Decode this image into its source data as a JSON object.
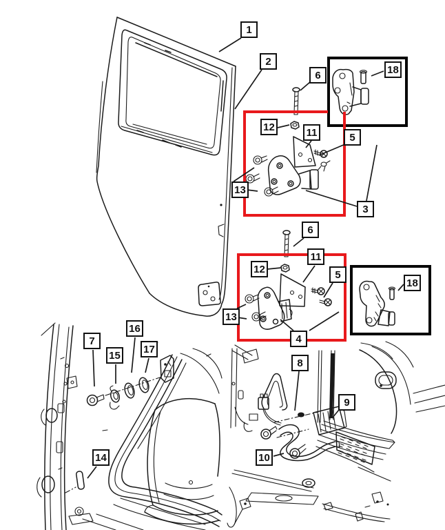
{
  "diagram": {
    "type": "exploded-parts-diagram",
    "subject": "vehicle-door-hinge-and-body-hardware",
    "background": "#ffffff",
    "colors": {
      "line": "#1a1a1a",
      "highlight_box": "#e8191c",
      "detail_inset_box": "#050505"
    },
    "callouts": [
      {
        "label": "1"
      },
      {
        "label": "2"
      },
      {
        "label": "6"
      },
      {
        "label": "18"
      },
      {
        "label": "12"
      },
      {
        "label": "11"
      },
      {
        "label": "5"
      },
      {
        "label": "13"
      },
      {
        "label": "3"
      },
      {
        "label": "6"
      },
      {
        "label": "11"
      },
      {
        "label": "12"
      },
      {
        "label": "5"
      },
      {
        "label": "18"
      },
      {
        "label": "13"
      },
      {
        "label": "4"
      },
      {
        "label": "7"
      },
      {
        "label": "16"
      },
      {
        "label": "15"
      },
      {
        "label": "17"
      },
      {
        "label": "14"
      },
      {
        "label": "8"
      },
      {
        "label": "9"
      },
      {
        "label": "10"
      }
    ]
  }
}
